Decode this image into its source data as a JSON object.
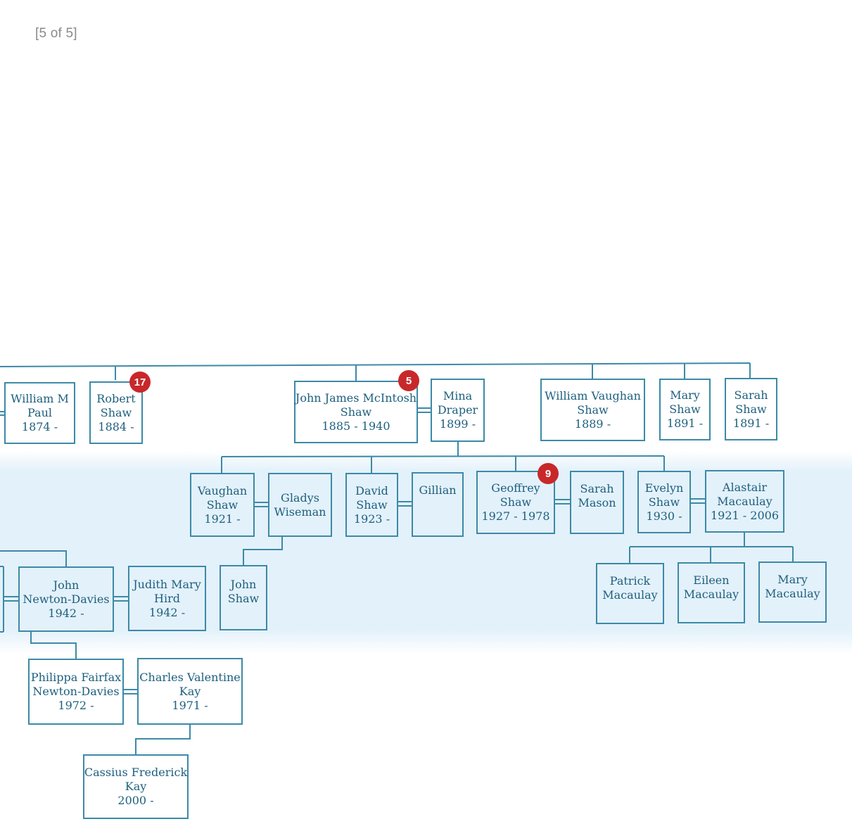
{
  "header": {
    "page_counter": "[5 of 5]"
  },
  "colors": {
    "line": "#3c8aa7",
    "text": "#1d5f7e",
    "badge": "#c8282a",
    "band": "#e3f1fa"
  },
  "people": {
    "william_m_paul": {
      "lines": [
        "William M",
        "Paul",
        "1874 -"
      ]
    },
    "robert_shaw": {
      "lines": [
        "Robert",
        "Shaw",
        "1884 -"
      ]
    },
    "john_james_shaw": {
      "lines": [
        "John James McIntosh",
        "Shaw",
        "1885 - 1940"
      ]
    },
    "mina_draper": {
      "lines": [
        "Mina",
        "Draper",
        "1899 -"
      ]
    },
    "william_vaughan_shaw": {
      "lines": [
        "William Vaughan",
        "Shaw",
        "1889 -"
      ]
    },
    "mary_shaw_1891": {
      "lines": [
        "Mary",
        "Shaw",
        "1891 -"
      ]
    },
    "sarah_shaw": {
      "lines": [
        "Sarah",
        "Shaw",
        "1891 -"
      ]
    },
    "vaughan_shaw": {
      "lines": [
        "Vaughan",
        "Shaw",
        "1921 -"
      ]
    },
    "gladys_wiseman": {
      "lines": [
        "Gladys",
        "Wiseman"
      ]
    },
    "david_shaw": {
      "lines": [
        "David",
        "Shaw",
        "1923 -"
      ]
    },
    "gillian": {
      "lines": [
        "Gillian"
      ]
    },
    "geoffrey_shaw": {
      "lines": [
        "Geoffrey",
        "Shaw",
        "1927 - 1978"
      ]
    },
    "sarah_mason": {
      "lines": [
        "Sarah",
        "Mason"
      ]
    },
    "evelyn_shaw": {
      "lines": [
        "Evelyn",
        "Shaw",
        "1930 -"
      ]
    },
    "alastair_macaulay": {
      "lines": [
        "Alastair",
        "Macaulay",
        "1921 - 2006"
      ]
    },
    "john_newton_davies": {
      "lines": [
        "John",
        "Newton-Davies",
        "1942 -"
      ]
    },
    "judith_mary_hird": {
      "lines": [
        "Judith Mary",
        "Hird",
        "1942 -"
      ]
    },
    "john_shaw": {
      "lines": [
        "John",
        "Shaw"
      ]
    },
    "patrick_macaulay": {
      "lines": [
        "Patrick",
        "Macaulay"
      ]
    },
    "eileen_macaulay": {
      "lines": [
        "Eileen",
        "Macaulay"
      ]
    },
    "mary_macaulay": {
      "lines": [
        "Mary",
        "Macaulay"
      ]
    },
    "philippa_newton_davies": {
      "lines": [
        "Philippa Fairfax",
        "Newton-Davies",
        "1972 -"
      ]
    },
    "charles_valentine_kay": {
      "lines": [
        "Charles Valentine",
        "Kay",
        "1971 -"
      ]
    },
    "cassius_frederick_kay": {
      "lines": [
        "Cassius Frederick",
        "Kay",
        "2000 -"
      ]
    }
  },
  "badges": {
    "robert": "17",
    "john_james": "5",
    "geoffrey": "9"
  }
}
